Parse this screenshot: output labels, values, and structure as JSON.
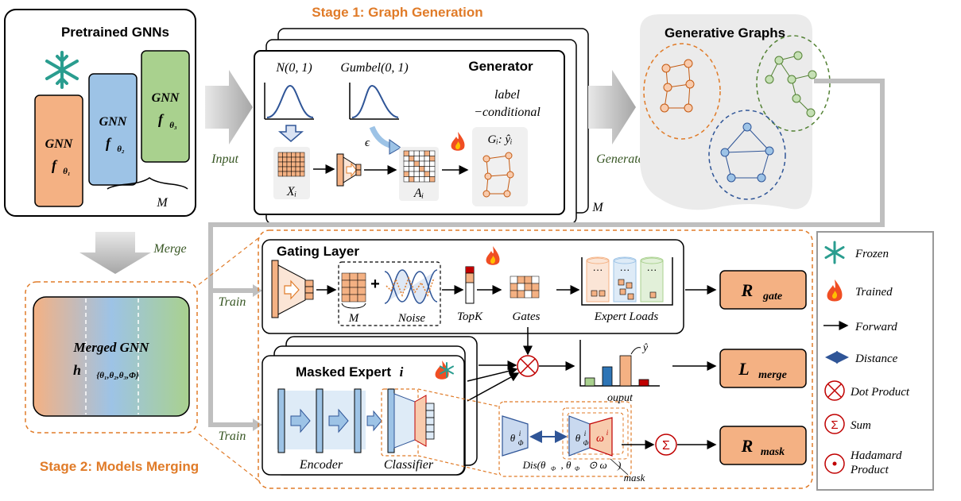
{
  "stage1": {
    "title": "Stage 1: Graph Generation"
  },
  "stage2": {
    "title": "Stage 2: Models Merging"
  },
  "pretrained": {
    "title": "Pretrained GNNs",
    "gnn_label": "GNN",
    "f1": "f",
    "s1": "θ₁",
    "f2": "f",
    "s2": "θ₂",
    "f3": "f",
    "s3": "θ₃",
    "m": "M"
  },
  "flow": {
    "input": "Input",
    "generate": "Generate",
    "merge": "Merge",
    "train1": "Train",
    "train2": "Train"
  },
  "generator": {
    "title": "Generator",
    "normal": "N(0, 1)",
    "gumbel": "Gumbel(0, 1)",
    "label1": "label",
    "label2": "−conditional",
    "eps": "ϵ",
    "xi": "Xᵢ",
    "ai": "Aᵢ",
    "gi": "Gᵢ: ŷᵢ",
    "m": "M"
  },
  "generative": {
    "title": "Generative Graphs"
  },
  "merged": {
    "line1": "Merged GNN",
    "line2": "h",
    "sub": "{θ₁,θ₂,θ₃,Φ}"
  },
  "gating": {
    "title": "Gating Layer",
    "m": "M",
    "plus": "+",
    "noise": "Noise",
    "topk": "TopK",
    "gates": "Gates",
    "loads": "Expert Loads",
    "dots": "···"
  },
  "expert": {
    "title": "Masked Expert",
    "index": "i",
    "encoder": "Encoder",
    "classifier": "Classifier",
    "output": "ouput",
    "yhat": "ŷ",
    "theta": "θ",
    "theta_sup": "i",
    "theta_sub": "Φ",
    "omega": "ω",
    "dis": "Dis(θ",
    "dis2": ", θ",
    "dis3": " ⊙ ω",
    "dis4": ")",
    "mask": "mask"
  },
  "losses": {
    "gate": "R",
    "gate_sub": "gate",
    "merge": "L",
    "merge_sub": "merge",
    "mask": "R",
    "mask_sub": "mask"
  },
  "legend": {
    "frozen": "Frozen",
    "trained": "Trained",
    "forward": "Forward",
    "distance": "Distance",
    "dot": "Dot Product",
    "sum": "Sum",
    "hadamard1": "Hadamard",
    "hadamard2": "Product"
  },
  "colors": {
    "orange": "#f4b183",
    "blue": "#9dc3e6",
    "green": "#a9d18e",
    "stage": "#e07b28",
    "red": "#c00000",
    "navy": "#2f5597",
    "ice": "#2a9d8f"
  }
}
